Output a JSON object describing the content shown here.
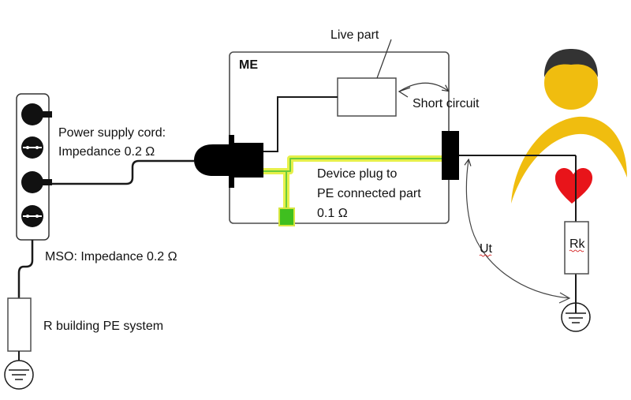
{
  "labels": {
    "me": "ME",
    "live_part": "Live part",
    "short_circuit": "Short circuit",
    "power_cord_1": "Power supply cord:",
    "power_cord_2": "Impedance 0.2 Ω",
    "device_plug_1": "Device plug to",
    "device_plug_2": "PE connected part",
    "device_plug_3": "0.1 Ω",
    "mso": "MSO: Impedance 0.2 Ω",
    "r_building": "R building PE system",
    "ut": "Ut",
    "rk": "Rk"
  },
  "colors": {
    "line": "#1a1a1a",
    "box": "#4d4d4d",
    "pe_glow": "#e6f04a",
    "pe_core": "#6ccc3a",
    "pe_block": "#3fbf1f",
    "person": "#f0bd0f",
    "hair": "#333333",
    "heart": "#e8141a",
    "squiggle": "#d01010"
  },
  "icons": [
    "socket-strip-icon",
    "ground-icon",
    "person-icon",
    "heart-icon",
    "plug-icon"
  ]
}
